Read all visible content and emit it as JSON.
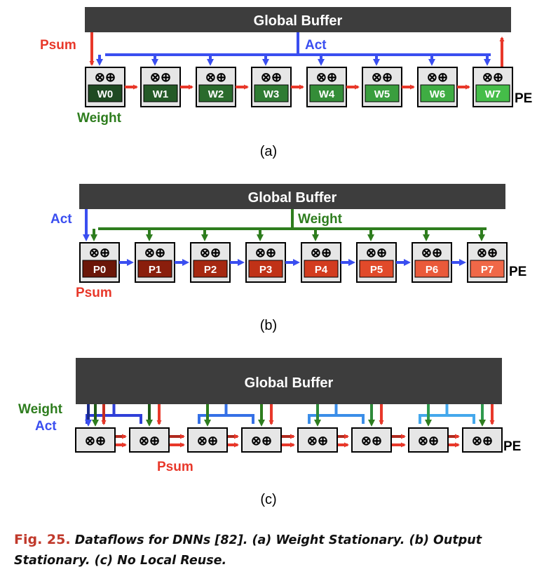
{
  "panel_a": {
    "buffer_label": "Global Buffer",
    "psum_label": "Psum",
    "act_label": "Act",
    "weight_label": "Weight",
    "pe_label": "PE",
    "pe_symbol": "⊗⊕",
    "pe_tags": [
      "W0",
      "W1",
      "W2",
      "W3",
      "W4",
      "W5",
      "W6",
      "W7"
    ],
    "tag_colors": [
      "#1f4a22",
      "#245a27",
      "#2a6b2d",
      "#2f7c33",
      "#348d38",
      "#3a9e3e",
      "#3fad43",
      "#45bd49"
    ],
    "caption": "(a)"
  },
  "panel_b": {
    "buffer_label": "Global Buffer",
    "act_label": "Act",
    "weight_label": "Weight",
    "psum_label": "Psum",
    "pe_label": "PE",
    "pe_symbol": "⊗⊕",
    "pe_tags": [
      "P0",
      "P1",
      "P2",
      "P3",
      "P4",
      "P5",
      "P6",
      "P7"
    ],
    "tag_colors": [
      "#6b1608",
      "#8a1e0c",
      "#a62811",
      "#c03217",
      "#d33c1f",
      "#e14a2a",
      "#ea5a3a",
      "#f06848"
    ],
    "caption": "(b)"
  },
  "panel_c": {
    "buffer_label": "Global Buffer",
    "weight_label": "Weight",
    "act_label": "Act",
    "psum_label": "Psum",
    "pe_label": "PE",
    "pe_symbol": "⊗⊕",
    "pe_count": 8,
    "caption": "(c)"
  },
  "figure_caption": {
    "number": "Fig. 25.",
    "text": "Dataflows for DNNs [82]. (a) Weight Stationary. (b) Output Stationary. (c) No Local Reuse."
  },
  "colors": {
    "buffer": "#3d3d3d",
    "act": "#3a4ef0",
    "weight": "#2e7d1e",
    "psum": "#e8382a",
    "pe_fill": "#e6e6e6"
  }
}
